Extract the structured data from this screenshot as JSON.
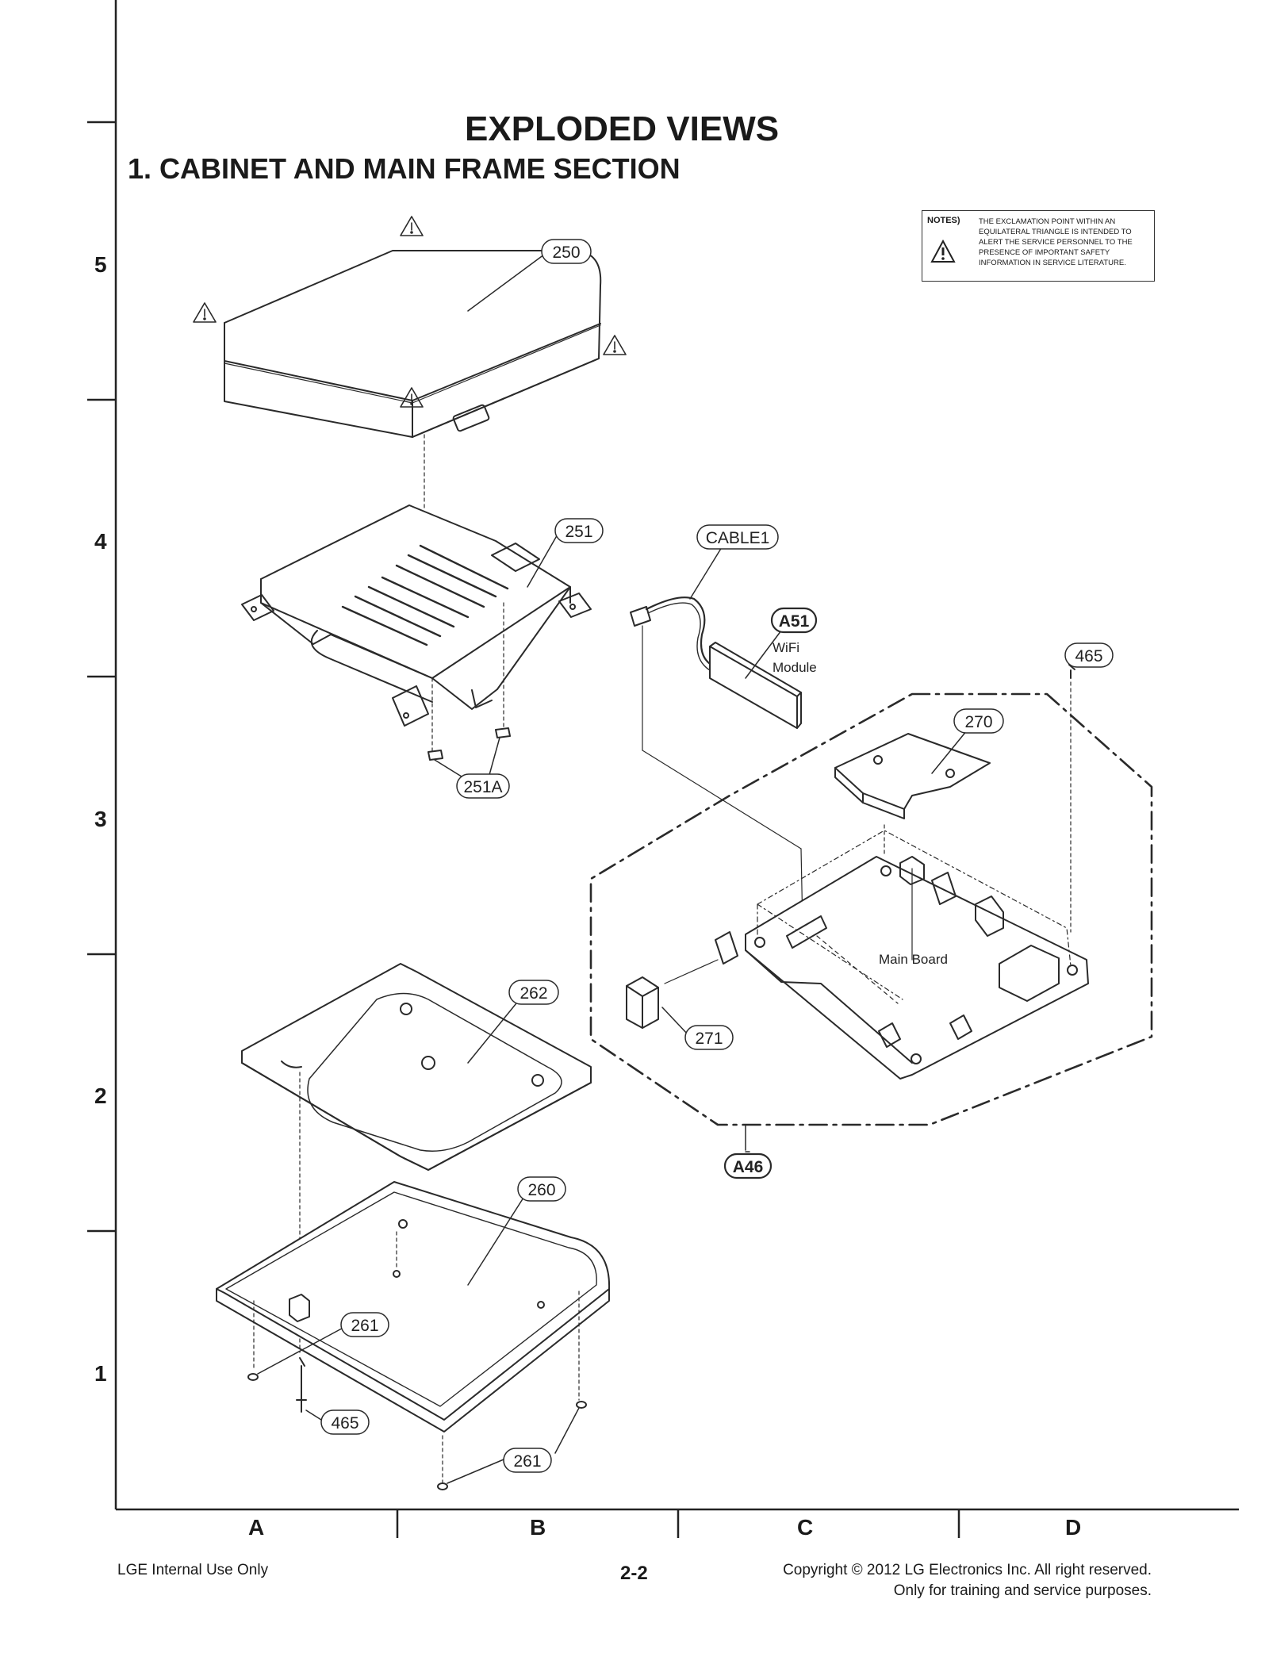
{
  "page_title": "EXPLODED VIEWS",
  "section_title": "1. CABINET AND MAIN FRAME SECTION",
  "notes": {
    "heading": "NOTES)",
    "text": "THE EXCLAMATION POINT WITHIN AN EQUILATERAL TRIANGLE IS INTENDED TO ALERT THE SERVICE PERSONNEL TO THE PRESENCE OF IMPORTANT SAFETY INFORMATION IN SERVICE LITERATURE."
  },
  "grid": {
    "rows": [
      "5",
      "4",
      "3",
      "2",
      "1"
    ],
    "columns": [
      "A",
      "B",
      "C",
      "D"
    ]
  },
  "callouts": {
    "c250": "250",
    "c251": "251",
    "c251a": "251A",
    "cable1": "CABLE1",
    "a51": "A51",
    "c465_top": "465",
    "c270": "270",
    "c262": "262",
    "c271": "271",
    "a46": "A46",
    "c260": "260",
    "c261_mid": "261",
    "c465_bottom": "465",
    "c261_bottom": "261"
  },
  "labels": {
    "wifi": "WiFi",
    "module": "Module",
    "main_board": "Main Board"
  },
  "footer": {
    "left": "LGE Internal Use Only",
    "page": "2-2",
    "copyright": "Copyright © 2012 LG Electronics Inc. All right reserved.",
    "purpose": "Only for training and service purposes."
  }
}
